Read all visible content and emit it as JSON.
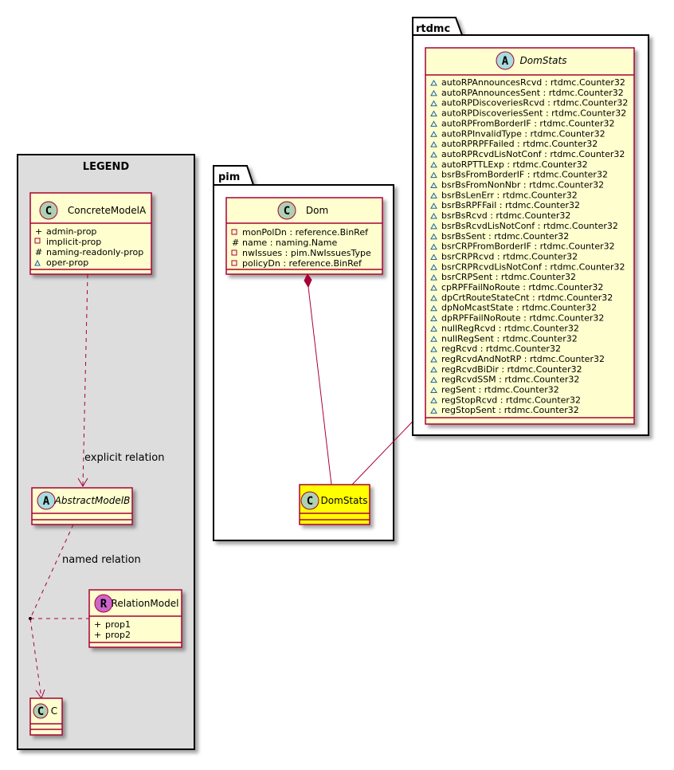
{
  "colors": {
    "class_fill": "#FEFECE",
    "class_border": "#A80036",
    "highlight_fill": "#FFFF00",
    "legend_fill": "#DDDDDD",
    "circle_class": "#ADD1B2",
    "circle_abstract": "#A9DCDF",
    "circle_relation": "#CC66CC"
  },
  "legend": {
    "title": "LEGEND",
    "concrete": {
      "stereotype": "C",
      "name": "ConcreteModelA",
      "attrs": [
        {
          "vis": "+",
          "text": "admin-prop"
        },
        {
          "vis": "-",
          "text": "implicit-prop"
        },
        {
          "vis": "#",
          "text": "naming-readonly-prop"
        },
        {
          "vis": "~",
          "text": "oper-prop"
        }
      ]
    },
    "abstract": {
      "stereotype": "A",
      "name": "AbstractModelB"
    },
    "relation": {
      "stereotype": "R",
      "name": "RelationModel",
      "attrs": [
        {
          "vis": "+",
          "text": "prop1"
        },
        {
          "vis": "+",
          "text": "prop2"
        }
      ]
    },
    "c": {
      "stereotype": "C",
      "name": "C"
    },
    "explicit_label": "explicit relation",
    "named_label": "named relation"
  },
  "pim": {
    "package": "pim",
    "dom": {
      "stereotype": "C",
      "name": "Dom",
      "attrs": [
        {
          "vis": "-",
          "text": "monPolDn : reference.BinRef"
        },
        {
          "vis": "#",
          "text": "name : naming.Name"
        },
        {
          "vis": "-",
          "text": "nwIssues : pim.NwIssuesType"
        },
        {
          "vis": "-",
          "text": "policyDn : reference.BinRef"
        }
      ]
    },
    "domstats": {
      "stereotype": "C",
      "name": "DomStats"
    }
  },
  "rtdmc": {
    "package": "rtdmc",
    "domstats": {
      "stereotype": "A",
      "name": "DomStats",
      "attrs": [
        "autoRPAnnouncesRcvd : rtdmc.Counter32",
        "autoRPAnnouncesSent : rtdmc.Counter32",
        "autoRPDiscoveriesRcvd : rtdmc.Counter32",
        "autoRPDiscoveriesSent : rtdmc.Counter32",
        "autoRPFromBorderIF : rtdmc.Counter32",
        "autoRPInvalidType : rtdmc.Counter32",
        "autoRPRPFFailed : rtdmc.Counter32",
        "autoRPRcvdLisNotConf : rtdmc.Counter32",
        "autoRPTTLExp : rtdmc.Counter32",
        "bsrBsFromBorderIF : rtdmc.Counter32",
        "bsrBsFromNonNbr : rtdmc.Counter32",
        "bsrBsLenErr : rtdmc.Counter32",
        "bsrBsRPFFail : rtdmc.Counter32",
        "bsrBsRcvd : rtdmc.Counter32",
        "bsrBsRcvdLisNotConf : rtdmc.Counter32",
        "bsrBsSent : rtdmc.Counter32",
        "bsrCRPFromBorderIF : rtdmc.Counter32",
        "bsrCRPRcvd : rtdmc.Counter32",
        "bsrCRPRcvdLisNotConf : rtdmc.Counter32",
        "bsrCRPSent : rtdmc.Counter32",
        "cpRPFFailNoRoute : rtdmc.Counter32",
        "dpCrtRouteStateCnt : rtdmc.Counter32",
        "dpNoMcastState : rtdmc.Counter32",
        "dpRPFFailNoRoute : rtdmc.Counter32",
        "nullRegRcvd : rtdmc.Counter32",
        "nullRegSent : rtdmc.Counter32",
        "regRcvd : rtdmc.Counter32",
        "regRcvdAndNotRP : rtdmc.Counter32",
        "regRcvdBiDir : rtdmc.Counter32",
        "regRcvdSSM : rtdmc.Counter32",
        "regSent : rtdmc.Counter32",
        "regStopRcvd : rtdmc.Counter32",
        "regStopSent : rtdmc.Counter32"
      ]
    }
  }
}
